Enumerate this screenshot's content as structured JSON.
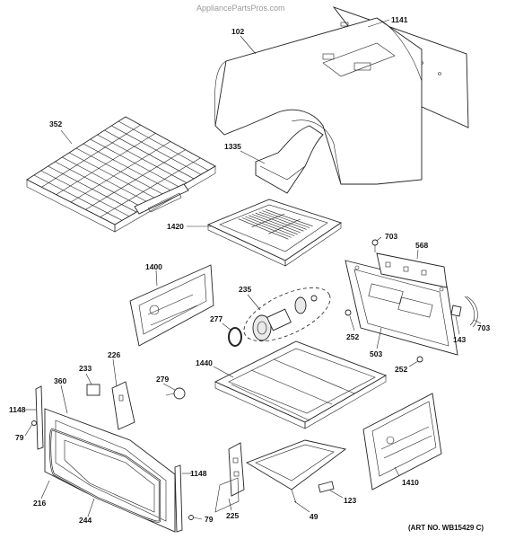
{
  "watermark": "AppliancePartsPros.com",
  "art_no": "(ART NO. WB15429 C)",
  "labels": {
    "p1141": "1141",
    "p102": "102",
    "p352": "352",
    "p1335": "1335",
    "p1420": "1420",
    "p703a": "703",
    "p568": "568",
    "p1400": "1400",
    "p235": "235",
    "p277": "277",
    "p252a": "252",
    "p503": "503",
    "p143": "143",
    "p703b": "703",
    "p252b": "252",
    "p233": "233",
    "p226": "226",
    "p360": "360",
    "p279": "279",
    "p1440": "1440",
    "p1148a": "1148",
    "p79a": "79",
    "p1410": "1410",
    "p216": "216",
    "p244": "244",
    "p1148b": "1148",
    "p225": "225",
    "p79b": "79",
    "p49": "49",
    "p123": "123"
  }
}
